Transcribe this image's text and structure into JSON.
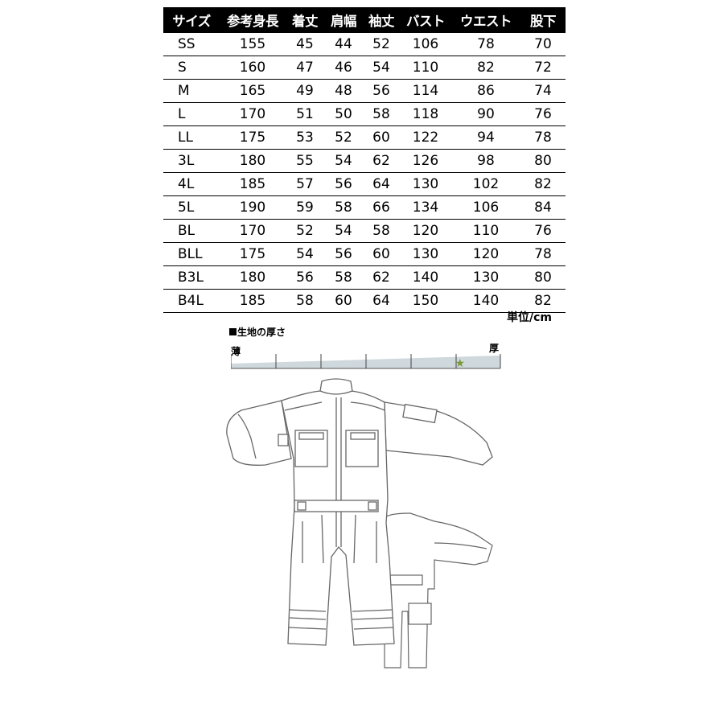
{
  "table": {
    "headers": [
      "サイズ",
      "参考身長",
      "着丈",
      "肩幅",
      "袖丈",
      "バスト",
      "ウエスト",
      "股下"
    ],
    "rows": [
      [
        "SS",
        "155",
        "45",
        "44",
        "52",
        "106",
        "78",
        "70"
      ],
      [
        "S",
        "160",
        "47",
        "46",
        "54",
        "110",
        "82",
        "72"
      ],
      [
        "M",
        "165",
        "49",
        "48",
        "56",
        "114",
        "86",
        "74"
      ],
      [
        "L",
        "170",
        "51",
        "50",
        "58",
        "118",
        "90",
        "76"
      ],
      [
        "LL",
        "175",
        "53",
        "52",
        "60",
        "122",
        "94",
        "78"
      ],
      [
        "3L",
        "180",
        "55",
        "54",
        "62",
        "126",
        "98",
        "80"
      ],
      [
        "4L",
        "185",
        "57",
        "56",
        "64",
        "130",
        "102",
        "82"
      ],
      [
        "5L",
        "190",
        "59",
        "58",
        "66",
        "134",
        "106",
        "84"
      ],
      [
        "BL",
        "170",
        "52",
        "54",
        "58",
        "120",
        "110",
        "76"
      ],
      [
        "BLL",
        "175",
        "54",
        "56",
        "60",
        "130",
        "120",
        "78"
      ],
      [
        "B3L",
        "180",
        "56",
        "58",
        "62",
        "140",
        "130",
        "80"
      ],
      [
        "B4L",
        "185",
        "58",
        "60",
        "64",
        "150",
        "140",
        "82"
      ]
    ]
  },
  "unit_label": "単位/cm",
  "thickness": {
    "title": "生地の厚さ",
    "thin_label": "薄",
    "thick_label": "厚",
    "level": 0.85,
    "marker_icon": "star-icon",
    "gauge_color": "#cfd8dc",
    "marker_color": "#7a9a3a"
  }
}
